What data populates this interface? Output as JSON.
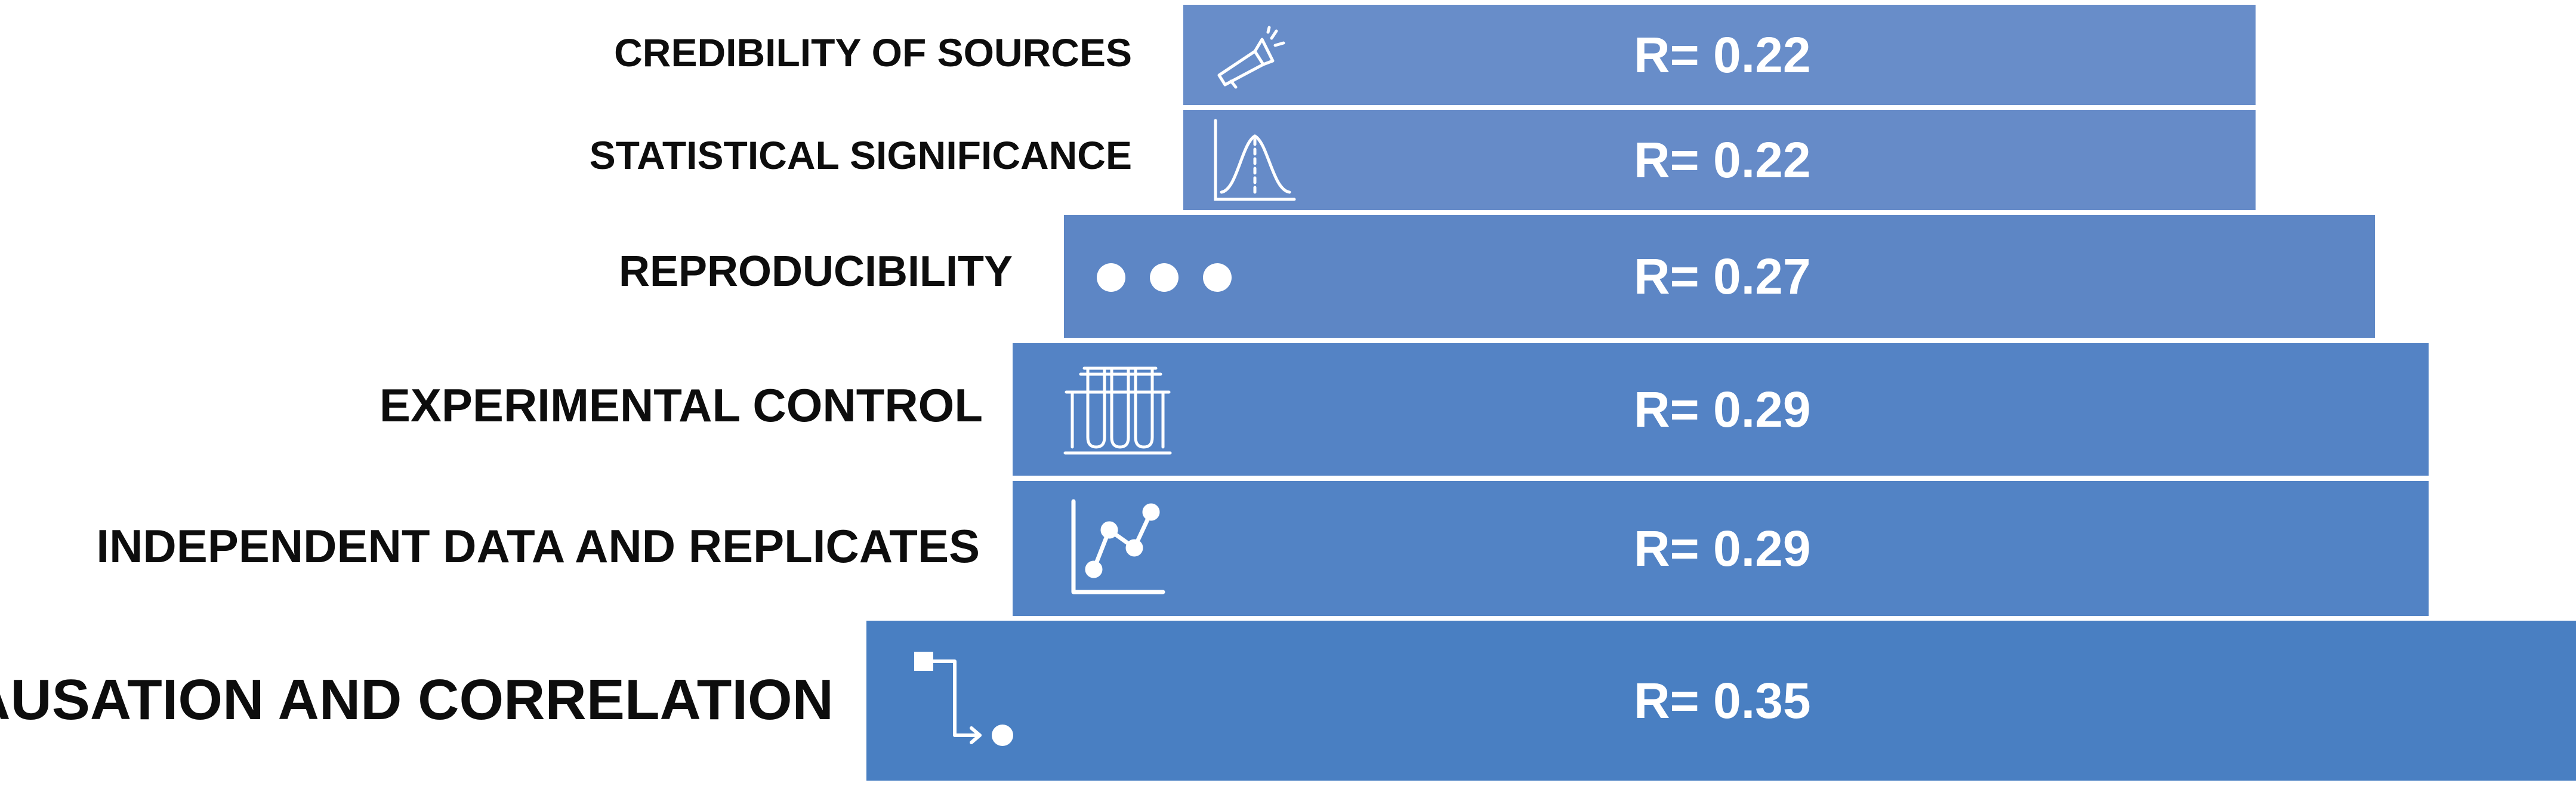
{
  "rows": [
    {
      "label": "CREDIBILITY OF SOURCES",
      "value": "R= 0.22",
      "icon": "megaphone-icon",
      "color": "#688dc9"
    },
    {
      "label": "STATISTICAL SIGNIFICANCE",
      "value": "R= 0.22",
      "icon": "bell-curve-icon",
      "color": "#668bc8"
    },
    {
      "label": "REPRODUCIBILITY",
      "value": "R= 0.27",
      "icon": "three-dots-icon",
      "color": "#5d86c5"
    },
    {
      "label": "EXPERIMENTAL CONTROL",
      "value": "R= 0.29",
      "icon": "test-tubes-icon",
      "color": "#5483c5"
    },
    {
      "label": "INDEPENDENT DATA AND REPLICATES",
      "value": "R= 0.29",
      "icon": "line-chart-icon",
      "color": "#5283c5"
    },
    {
      "label": "CAUSATION AND CORRELATION",
      "value": "R= 0.35",
      "icon": "flow-arrow-icon",
      "color": "#497fc2"
    }
  ]
}
